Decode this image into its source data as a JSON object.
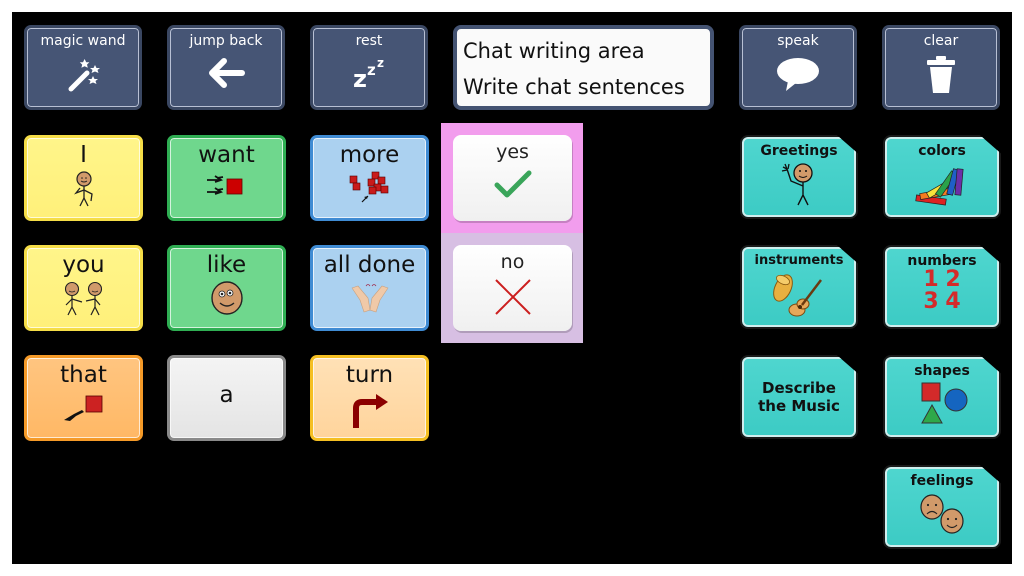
{
  "toolbar": {
    "magic_wand": {
      "label": "magic wand",
      "icon": "magic-wand-icon"
    },
    "jump_back": {
      "label": "jump back",
      "icon": "arrow-left-icon"
    },
    "rest": {
      "label": "rest",
      "icon": "sleep-zzz-icon"
    },
    "speak": {
      "label": "speak",
      "icon": "speech-bubble-icon"
    },
    "clear": {
      "label": "clear",
      "icon": "trash-icon"
    }
  },
  "chat": {
    "line1": "Chat writing area",
    "line2": "Write chat sentences"
  },
  "words": [
    {
      "label": "I",
      "color": "yellow",
      "icon": "person-pointing-self-icon"
    },
    {
      "label": "want",
      "color": "green",
      "icon": "hands-reaching-icon"
    },
    {
      "label": "more",
      "color": "blue",
      "icon": "more-blocks-icon"
    },
    {
      "label": "you",
      "color": "yellow",
      "icon": "person-pointing-other-icon"
    },
    {
      "label": "like",
      "color": "green",
      "icon": "smiling-face-icon"
    },
    {
      "label": "all done",
      "color": "blue",
      "icon": "hands-finished-icon"
    },
    {
      "label": "that",
      "color": "orange",
      "icon": "pointing-hand-icon"
    },
    {
      "label": "a",
      "color": "grey",
      "icon": null
    },
    {
      "label": "turn",
      "color": "peach",
      "icon": "turn-arrow-icon"
    }
  ],
  "yesno": {
    "yes": {
      "label": "yes",
      "icon": "checkmark-icon",
      "bg": "#f29ded"
    },
    "no": {
      "label": "no",
      "icon": "cross-icon",
      "bg": "#d7bfe3"
    }
  },
  "folders": {
    "greetings": {
      "label": "Greetings",
      "icon": "waving-person-icon"
    },
    "colors": {
      "label": "colors",
      "icon": "crayons-icon"
    },
    "instruments": {
      "label": "instruments",
      "icon": "tuba-guitar-icon"
    },
    "numbers": {
      "label": "numbers",
      "icon": "numbers-icon",
      "digits": [
        "1",
        "2",
        "3",
        "4"
      ]
    },
    "describe_music": {
      "label_line1": "Describe",
      "label_line2": "the Music"
    },
    "shapes": {
      "label": "shapes",
      "icon": "shapes-icon"
    },
    "feelings": {
      "label": "feelings",
      "icon": "faces-icon"
    }
  },
  "colors": {
    "toolbar_bg": "#465575",
    "folder_bg": "#3ccbc4",
    "background": "#000000"
  }
}
